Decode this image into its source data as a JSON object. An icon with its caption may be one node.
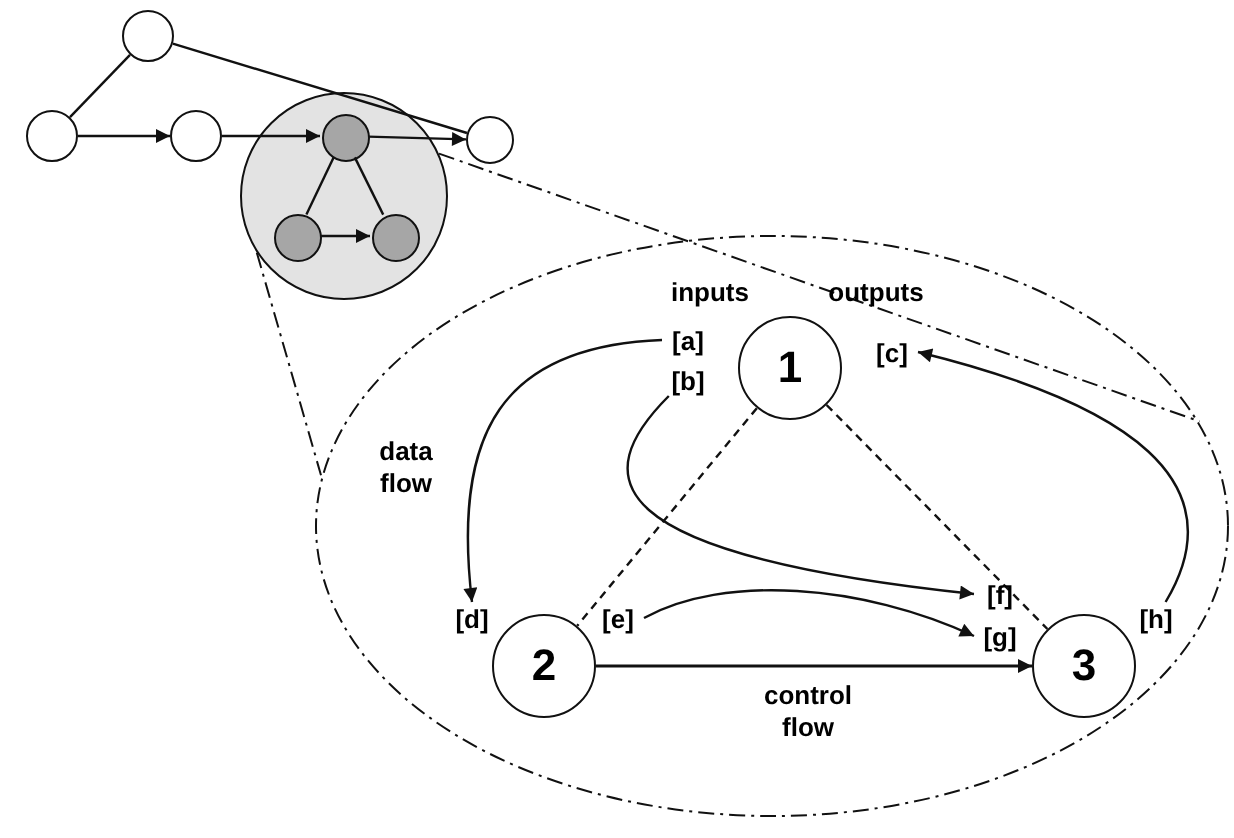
{
  "diagram": {
    "nodes": [
      {
        "text": [],
        "shape": "circle"
      },
      {
        "text": [],
        "shape": "circle"
      },
      {
        "text": [],
        "shape": "circle"
      },
      {
        "text": [],
        "shape": "circle"
      },
      {
        "text": [],
        "shape": "circle",
        "in": 3
      },
      {
        "text": [],
        "shape": "circle"
      },
      {
        "text": [],
        "shape": "circle",
        "in": 3
      },
      {
        "text": [],
        "shape": "circle",
        "in": 3
      },
      {
        "text": [],
        "shape": "ellipse"
      },
      {
        "text": [
          "[a]"
        ],
        "in": 8
      },
      {
        "text": [
          "1"
        ],
        "in": 8
      },
      {
        "text": [
          "[c]"
        ],
        "in": 8
      },
      {
        "text": [
          "[b]"
        ],
        "in": 8
      },
      {
        "text": [
          "[d]"
        ],
        "in": 8
      },
      {
        "text": [
          "[e]"
        ],
        "in": 8
      },
      {
        "text": [
          "[f]"
        ],
        "in": 8
      },
      {
        "text": [
          "[g]"
        ],
        "in": 8
      },
      {
        "text": [
          "[h]"
        ],
        "in": 8
      },
      {
        "text": [
          "2"
        ],
        "in": 8
      },
      {
        "text": [
          "3"
        ],
        "in": 8
      }
    ],
    "edges": [
      {
        "from": 0,
        "to": 1,
        "arrow": "none"
      },
      {
        "from": 0,
        "to": 5,
        "arrow": "none"
      },
      {
        "from": 1,
        "to": 2,
        "arrow": "to"
      },
      {
        "from": 2,
        "to": 4,
        "arrow": "to"
      },
      {
        "from": 4,
        "to": 5,
        "arrow": "to"
      },
      {
        "from": 4,
        "to": 6,
        "arrow": "none"
      },
      {
        "from": 4,
        "to": 7,
        "arrow": "none"
      },
      {
        "from": 6,
        "to": 7,
        "arrow": "to"
      },
      {
        "from": 3,
        "to": 8,
        "arrow": "none",
        "style": "dashed"
      },
      {
        "from": 3,
        "to": 8,
        "arrow": "none",
        "style": "dashed"
      },
      {
        "from": 9,
        "to": 13,
        "arrow": "to",
        "label": "data flow"
      },
      {
        "from": 12,
        "to": 15,
        "arrow": "to"
      },
      {
        "from": 14,
        "to": 16,
        "arrow": "to"
      },
      {
        "from": 17,
        "to": 11,
        "arrow": "to"
      },
      {
        "from": 18,
        "to": 19,
        "arrow": "to",
        "label": "control flow"
      },
      {
        "from": 10,
        "to": 18,
        "arrow": "none",
        "style": "dashed"
      },
      {
        "from": 10,
        "to": 19,
        "arrow": "none",
        "style": "dashed"
      }
    ],
    "labels": [
      "inputs",
      "outputs"
    ]
  }
}
